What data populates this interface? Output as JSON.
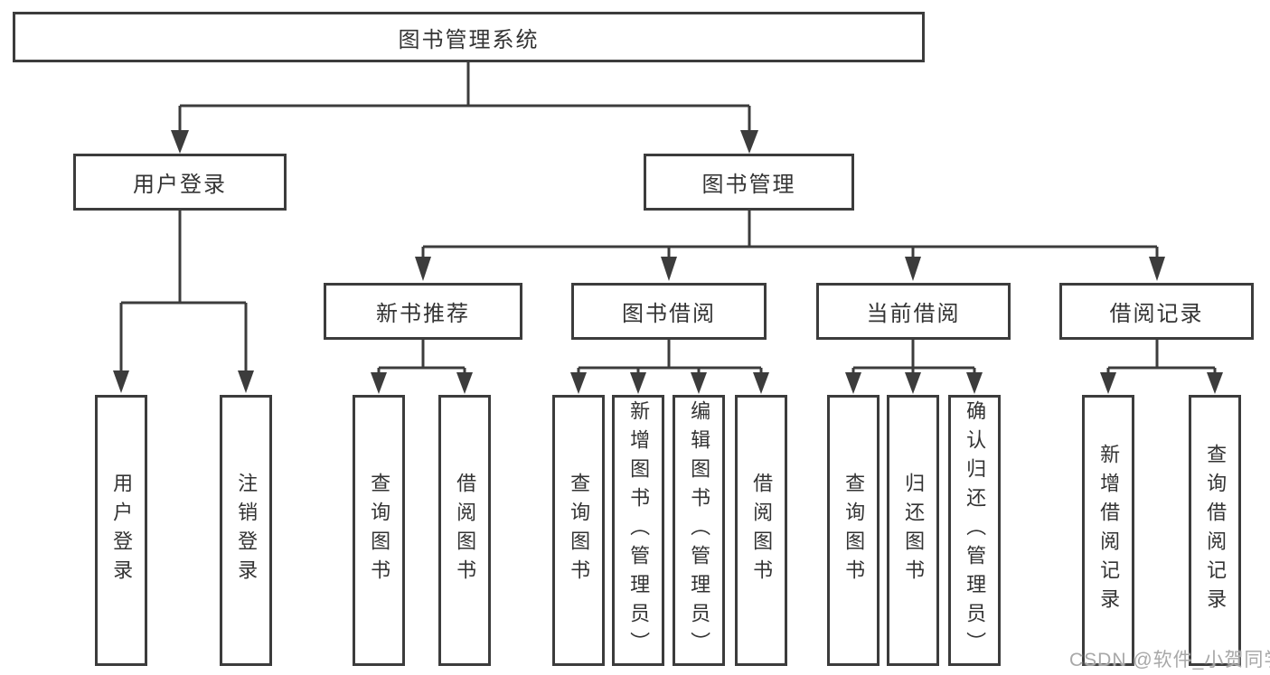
{
  "colors": {
    "line": "#3c3c3c",
    "text": "#333333",
    "box_background": "#ffffff",
    "watermark": "#a8a8a8"
  },
  "nodes": {
    "root": "图书管理系统",
    "user_login": "用户登录",
    "book_mgmt": "图书管理",
    "new_book": "新书推荐",
    "book_borrow": "图书借阅",
    "current_borrow": "当前借阅",
    "borrow_records": "借阅记录",
    "leaf_user_login": "用户登录",
    "leaf_logout": "注销登录",
    "leaf_nb_query": "查询图书",
    "leaf_nb_borrow": "借阅图书",
    "leaf_bw_query": "查询图书",
    "leaf_bw_add": "新增图书（管理员）",
    "leaf_bw_edit": "编辑图书（管理员）",
    "leaf_bw_borrow": "借阅图书",
    "leaf_cu_query": "查询图书",
    "leaf_cu_return": "归还图书",
    "leaf_cu_confirm": "确认归还（管理员）",
    "leaf_re_add": "新增借阅记录",
    "leaf_re_query": "查询借阅记录"
  },
  "watermark": "CSDN @软件_小贺同学"
}
